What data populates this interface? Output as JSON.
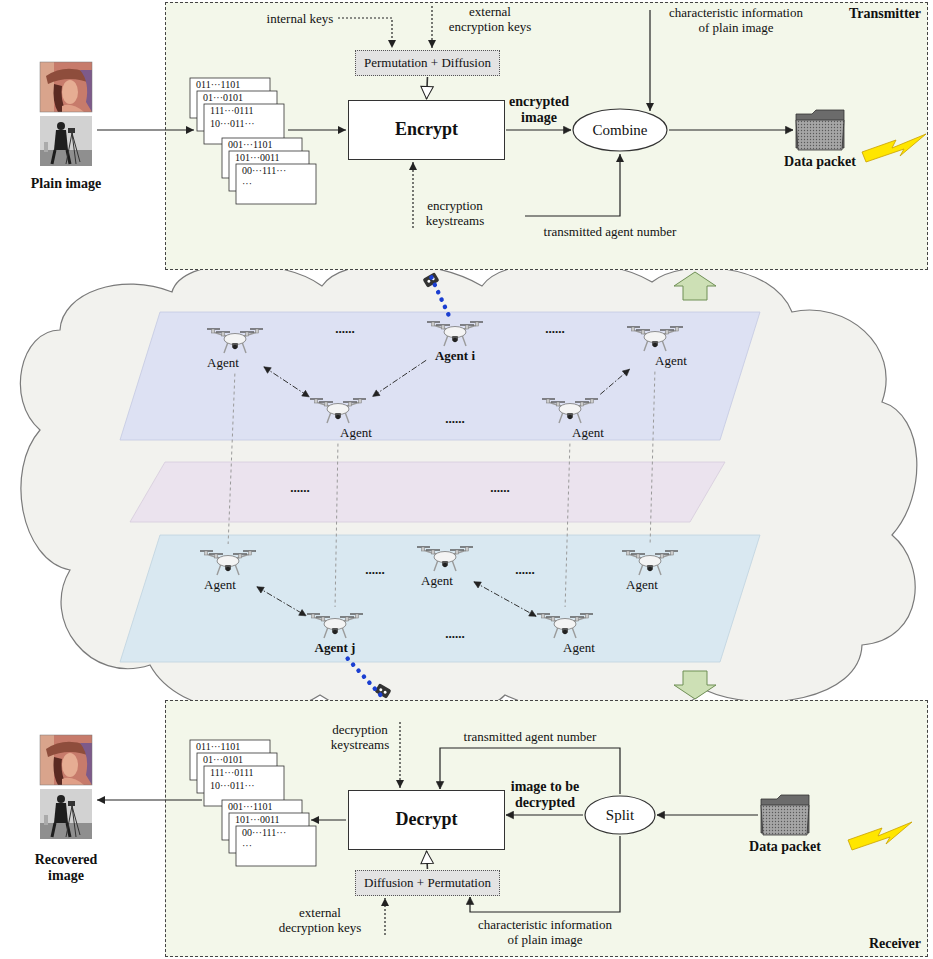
{
  "diagram": {
    "nodes": [
      {
        "text": [
          "Transmitter"
        ]
      },
      {
        "text": [
          "Permutation + Diffusion"
        ],
        "in": 0
      },
      {
        "text": [
          "Encrypt"
        ],
        "in": 0
      },
      {
        "text": [
          "Combine"
        ],
        "in": 0
      },
      {
        "text": [
          "Data packet"
        ],
        "in": 0
      },
      {
        "text": [
          "Agent"
        ]
      },
      {
        "text": [
          "Agent i"
        ]
      },
      {
        "text": [
          "Agent"
        ]
      },
      {
        "text": [
          "Agent"
        ]
      },
      {
        "text": [
          "Agent"
        ]
      },
      {
        "text": [
          "Agent"
        ]
      },
      {
        "text": [
          "Agent"
        ]
      },
      {
        "text": [
          "Agent"
        ]
      },
      {
        "text": [
          "Agent j"
        ]
      },
      {
        "text": [
          "Agent"
        ]
      },
      {
        "text": [
          "Receiver"
        ]
      },
      {
        "text": [
          "Decrypt"
        ],
        "in": 15
      },
      {
        "text": [
          "Diffusion + Permutation"
        ],
        "in": 15
      },
      {
        "text": [
          "Split"
        ],
        "in": 15
      },
      {
        "text": [
          "Data packet"
        ],
        "in": 15
      }
    ],
    "edges": [
      {
        "from": 1,
        "to": 2,
        "arrow": "to"
      },
      {
        "from": 2,
        "to": 3,
        "arrow": "to",
        "label": "encrypted image"
      },
      {
        "from": 3,
        "to": 4,
        "arrow": "to"
      },
      {
        "from": 6,
        "to": 8,
        "arrow": "to"
      },
      {
        "from": 5,
        "to": 8,
        "arrow": "both"
      },
      {
        "from": 9,
        "to": 7,
        "arrow": "to"
      },
      {
        "from": 10,
        "to": 13,
        "arrow": "both"
      },
      {
        "from": 11,
        "to": 14,
        "arrow": "both"
      },
      {
        "from": 5,
        "to": 10,
        "arrow": "none"
      },
      {
        "from": 8,
        "to": 13,
        "arrow": "none"
      },
      {
        "from": 9,
        "to": 14,
        "arrow": "none"
      },
      {
        "from": 7,
        "to": 12,
        "arrow": "none"
      },
      {
        "from": 6,
        "to": 0,
        "arrow": "none"
      },
      {
        "from": 13,
        "to": 15,
        "arrow": "none"
      },
      {
        "from": 19,
        "to": 18,
        "arrow": "to"
      },
      {
        "from": 18,
        "to": 16,
        "arrow": "to",
        "label": "image to be decrypted"
      },
      {
        "from": 18,
        "to": 16,
        "arrow": "to",
        "label": "transmitted agent number"
      },
      {
        "from": 18,
        "to": 17,
        "arrow": "to",
        "label": "characteristic information of plain image"
      },
      {
        "from": 17,
        "to": 16,
        "arrow": "to"
      }
    ],
    "labels": [
      "internal keys",
      "external encryption keys",
      "characteristic information of plain image",
      "encryption keystreams",
      "transmitted agent number",
      "Plain image",
      "011···1101",
      "01···0101",
      "111···0111",
      "10···011···",
      "001···1101",
      "101···0011",
      "00···111···",
      "···",
      "......",
      "......",
      "......",
      "......",
      "......",
      "......",
      "......",
      "......",
      "decryption keystreams",
      "external decryption keys",
      "Recovered image",
      "011···1101",
      "01···0101",
      "111···0111",
      "10···011···",
      "001···1101",
      "101···0011",
      "00···111···",
      "···"
    ]
  }
}
